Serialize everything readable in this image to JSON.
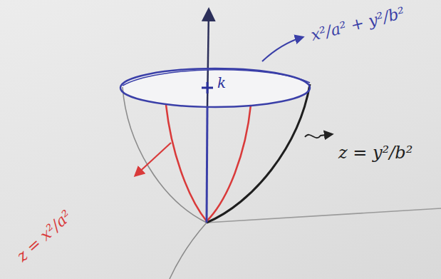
{
  "diagram": {
    "labels": [
      "x²/a² + y²/b²",
      "k",
      "z = y²/b²",
      "z = x²/a²"
    ]
  }
}
